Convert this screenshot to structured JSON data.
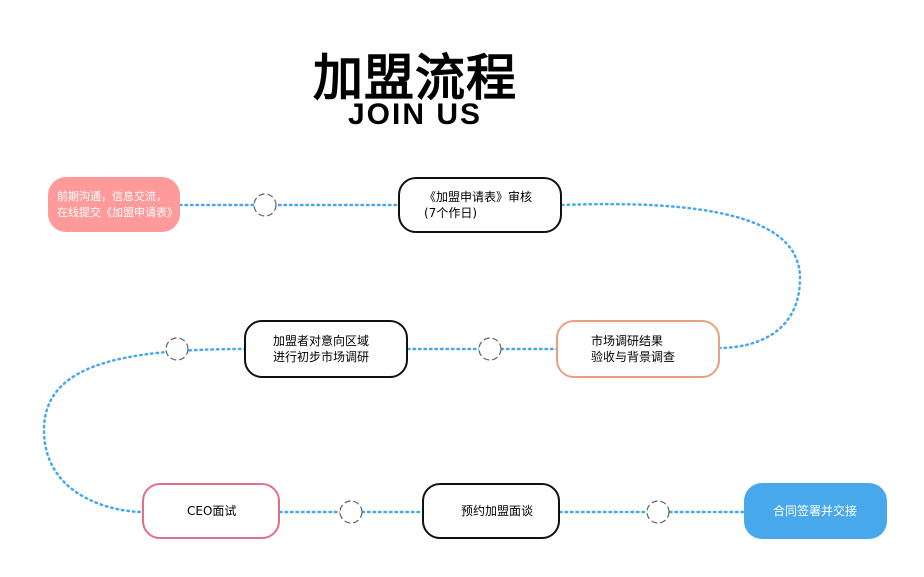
{
  "header": {
    "title": "加盟流程",
    "subtitle": "JOIN US"
  },
  "colors": {
    "connector": "#48a8ec",
    "marker": "#666666",
    "step1_fill": "#ff9a9a",
    "step3_border": "#e8a082",
    "step6_border": "#e0708a",
    "step8_fill": "#48a8ec"
  },
  "steps": [
    {
      "line1": "前期沟通，信息交流，",
      "line2": "在线提交《加盟申请表》"
    },
    {
      "line1": "《加盟申请表》审核",
      "line2": "(7个作日)"
    },
    {
      "line1": "市场调研结果",
      "line2": "验收与背景调查"
    },
    {
      "line1": "加盟者对意向区域",
      "line2": "进行初步市场调研"
    },
    {
      "line1": "CEO面试"
    },
    {
      "line1": "预约加盟面谈"
    },
    {
      "line1": "合同签署并交接"
    }
  ]
}
